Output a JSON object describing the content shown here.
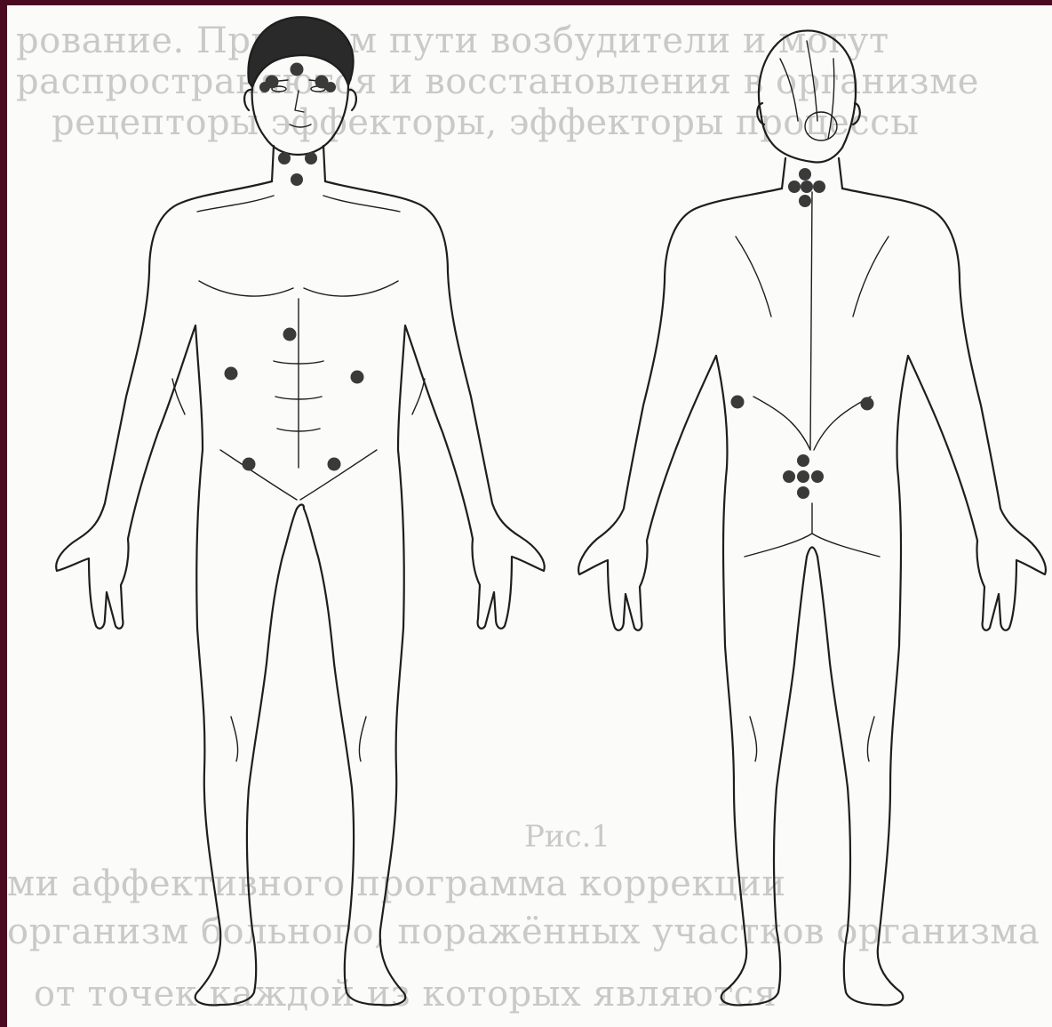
{
  "background_text": {
    "line1": "рование. При этом пути возбудители и могут",
    "line2": "распространяются и восстановления в организме",
    "line3": "рецепторы эффекторы, эффекторы процессы",
    "caption": "Рис.1",
    "line4": "ми аффективного программа коррекции",
    "line5": "организм больного, поражённых участков организма",
    "line6": "от точек каждой из которых являются"
  },
  "figures": {
    "front": {
      "label": "front-view"
    },
    "back": {
      "label": "back-view"
    }
  },
  "dot_color": "#3a3a3a"
}
